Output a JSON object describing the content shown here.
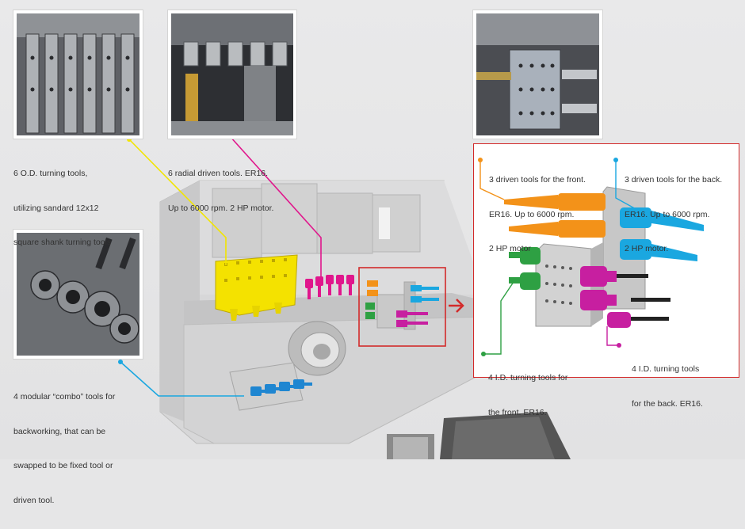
{
  "callouts": {
    "od_turning": {
      "lines": [
        "6 O.D. turning tools,",
        "utilizing sandard 12x12",
        "square shank turning tools"
      ],
      "color": "#f2e500"
    },
    "radial_driven": {
      "lines": [
        "6 radial driven tools. ER16.",
        "Up to 6000 rpm. 2 HP motor."
      ],
      "color": "#e0168c"
    },
    "combo_tools": {
      "lines": [
        "4 modular “combo” tools for",
        "backworking, that can be",
        "swapped to be fixed tool or",
        "driven tool."
      ],
      "color": "#1aa7e0"
    }
  },
  "detail": {
    "front_driven": {
      "lines": [
        "3 driven tools for the front.",
        "ER16. Up to 6000 rpm.",
        "2 HP motor"
      ],
      "color": "#f39219"
    },
    "back_driven": {
      "lines": [
        "3 driven tools for the back.",
        "ER16. Up to 6000 rpm.",
        "2 HP motor."
      ],
      "color": "#1aa7e0"
    },
    "front_id": {
      "lines": [
        "4 I.D. turning tools for",
        "the front. ER16."
      ],
      "color": "#2ea043"
    },
    "back_id": {
      "lines": [
        "4 I.D. turning tools",
        "for the back. ER16."
      ],
      "color": "#c71fa0"
    }
  },
  "colors": {
    "highlight_box": "#d32a2a",
    "arrow": "#d32a2a",
    "machine_body": "#d9d9d9",
    "photo_border": "#ffffff"
  },
  "icons": {
    "arrow": "arrow-right-icon"
  }
}
